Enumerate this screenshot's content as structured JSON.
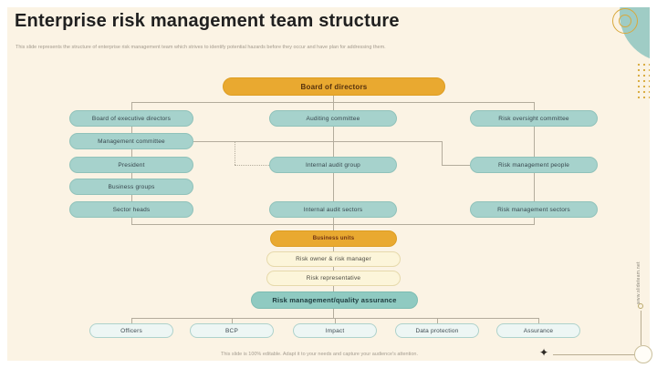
{
  "slide": {
    "title": "Enterprise risk management team structure",
    "subtitle": "This slide represents the structure of enterprise risk management team which strives to identify potential hazards before they occur and have plan for addressing them.",
    "footer_note": "This slide is 100% editable. Adapt it to your needs and capture your audience's attention.",
    "watermark": "www.slideteam.net"
  },
  "palette": {
    "background": "#fbf3e4",
    "frame": "#ffffff",
    "gold": "#e9a930",
    "teal": "#a6d2cc",
    "teal_dark": "#8fcac1",
    "cream_pill": "#fcf5da",
    "light_pill": "#edf6f4",
    "connector": "#b3ac9c"
  },
  "icons": {
    "sparkle": "✦"
  },
  "org_chart": {
    "root": "Board of directors",
    "level2": [
      "Board of executive directors",
      "Auditing committee",
      "Risk oversight committee"
    ],
    "left_branch": [
      "Management committee",
      "President",
      "Business groups",
      "Sector heads"
    ],
    "center_branch": [
      "Internal audit group",
      "Internal audit sectors"
    ],
    "right_branch": [
      "Risk management people",
      "Risk management sectors"
    ],
    "central_chain": [
      "Business units",
      "Risk owner & risk manager",
      "Risk representative",
      "Risk management/quality assurance"
    ],
    "bottom_row": [
      "Officers",
      "BCP",
      "Impact",
      "Data protection",
      "Assurance"
    ]
  }
}
